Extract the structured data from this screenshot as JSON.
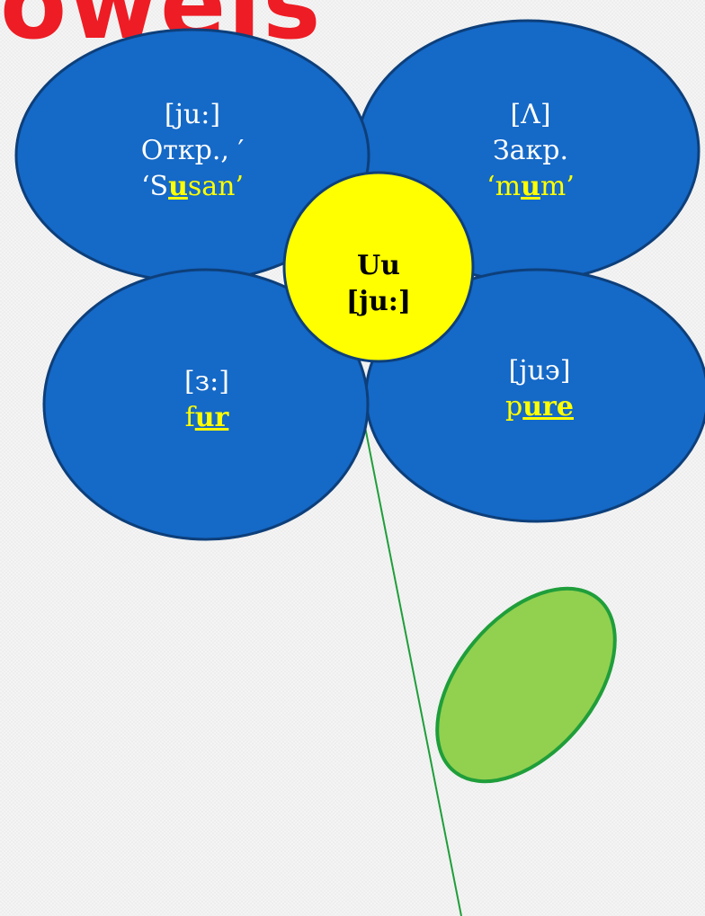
{
  "title": "owels",
  "colors": {
    "petal_fill": "#1569c7",
    "petal_stroke": "#0d3f7a",
    "center_fill": "#ffff00",
    "leaf_fill": "#92d050",
    "leaf_stroke": "#1f9e3a",
    "stem": "#1f9e3a",
    "title": "#ee1c24",
    "highlight_text": "#ffff00"
  },
  "center": {
    "letter": "Uu",
    "transcription": "[ju:]"
  },
  "petals": {
    "top_left": {
      "transcription": "[ju:]",
      "rule": "Откр., ′",
      "example": {
        "pre": "‘S",
        "mark": "u",
        "post": "san’"
      }
    },
    "top_right": {
      "transcription": "[Λ]",
      "rule": "Закр.",
      "example": {
        "pre": "‘m",
        "mark": "u",
        "post": "m’"
      }
    },
    "bottom_left": {
      "transcription": "[з:]",
      "example": {
        "pre": "f",
        "mark": "ur",
        "post": ""
      }
    },
    "bottom_right": {
      "transcription": "[juэ]",
      "example": {
        "pre": "p",
        "mark": "ure",
        "post": ""
      }
    }
  }
}
